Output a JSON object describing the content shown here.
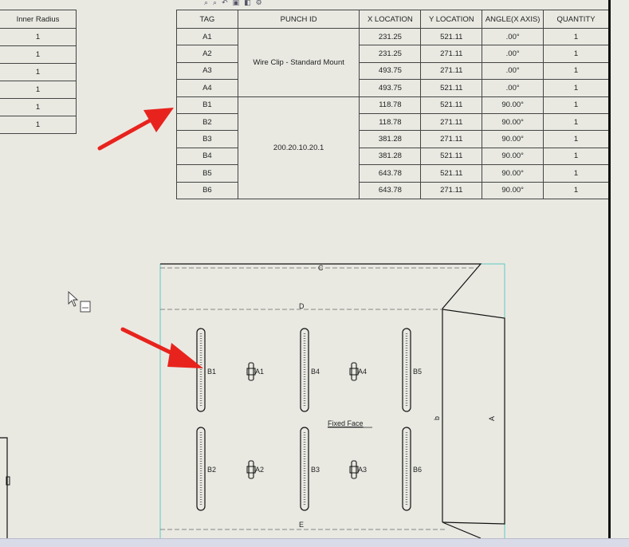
{
  "toolbar": {
    "icons": [
      "zoom-fit-icon",
      "zoom-area-icon",
      "previous-view-icon",
      "section-view-icon",
      "display-style-icon",
      "view-settings-icon"
    ]
  },
  "radius_table": {
    "header": "Inner Radius",
    "rows": [
      "1",
      "1",
      "1",
      "1",
      "1",
      "1"
    ]
  },
  "punch_table": {
    "headers": [
      "TAG",
      "PUNCH ID",
      "X LOCATION",
      "Y LOCATION",
      "ANGLE(X AXIS)",
      "QUANTITY"
    ],
    "groups": [
      {
        "punch_id": "Wire Clip - Standard Mount",
        "rows": [
          {
            "tag": "A1",
            "x": "231.25",
            "y": "521.11",
            "angle": ".00°",
            "qty": "1"
          },
          {
            "tag": "A2",
            "x": "231.25",
            "y": "271.11",
            "angle": ".00°",
            "qty": "1"
          },
          {
            "tag": "A3",
            "x": "493.75",
            "y": "271.11",
            "angle": ".00°",
            "qty": "1"
          },
          {
            "tag": "A4",
            "x": "493.75",
            "y": "521.11",
            "angle": ".00°",
            "qty": "1"
          }
        ]
      },
      {
        "punch_id": "200.20.10.20.1",
        "rows": [
          {
            "tag": "B1",
            "x": "118.78",
            "y": "521.11",
            "angle": "90.00°",
            "qty": "1"
          },
          {
            "tag": "B2",
            "x": "118.78",
            "y": "271.11",
            "angle": "90.00°",
            "qty": "1"
          },
          {
            "tag": "B3",
            "x": "381.28",
            "y": "271.11",
            "angle": "90.00°",
            "qty": "1"
          },
          {
            "tag": "B4",
            "x": "381.28",
            "y": "521.11",
            "angle": "90.00°",
            "qty": "1"
          },
          {
            "tag": "B5",
            "x": "643.78",
            "y": "521.11",
            "angle": "90.00°",
            "qty": "1"
          },
          {
            "tag": "B6",
            "x": "643.78",
            "y": "271.11",
            "angle": "90.00°",
            "qty": "1"
          }
        ]
      }
    ]
  },
  "drawing": {
    "edge_labels": {
      "top": "C",
      "upper": "D",
      "bottom": "E",
      "right_inner": "b",
      "right_outer": "A"
    },
    "fixed_face_label": "Fixed Face",
    "punch_labels": {
      "b1": "B1",
      "a1": "A1",
      "b4": "B4",
      "a4": "A4",
      "b5": "B5",
      "b2": "B2",
      "a2": "A2",
      "b3": "B3",
      "a3": "A3",
      "b6": "B6"
    }
  },
  "colors": {
    "annotation_arrow": "#e8231d",
    "sheet": "#e9e9e2",
    "bounding_box": "#5fc9c0"
  }
}
